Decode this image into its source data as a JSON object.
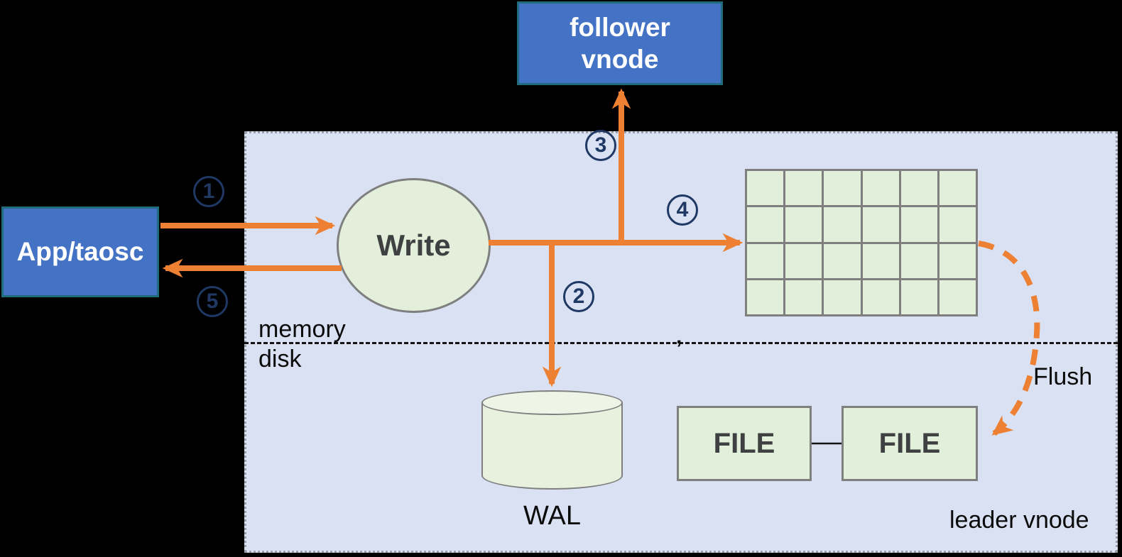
{
  "nodes": {
    "follower_vnode": {
      "label": "follower\nvnode"
    },
    "app_taosc": {
      "label": "App/taosc"
    },
    "write": {
      "label": "Write"
    },
    "wal": {
      "label": "WAL"
    },
    "file_left": {
      "label": "FILE"
    },
    "file_right": {
      "label": "FILE"
    }
  },
  "region_labels": {
    "memory": "memory",
    "disk": "disk",
    "leader_vnode": "leader vnode",
    "flush": "Flush",
    "stray_mark": ","
  },
  "steps": {
    "s1": "1",
    "s2": "2",
    "s3": "3",
    "s4": "4",
    "s5": "5"
  },
  "grid": {
    "rows": 4,
    "cols": 6
  },
  "colors": {
    "background": "#000000",
    "panel_lavender": "#D9E1F2",
    "node_blue": "#4472C4",
    "node_blue_border": "#206B7C",
    "shape_green": "#E2EFDA",
    "shape_border_gray": "#7F7F7F",
    "arrow_orange": "#ED8032",
    "badge_navy": "#1F3864",
    "text_dark": "#3E4042"
  }
}
